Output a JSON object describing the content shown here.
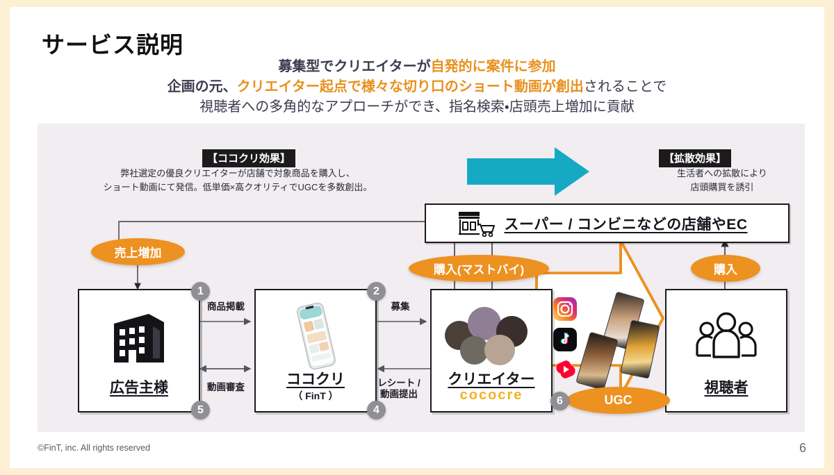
{
  "slide": {
    "title": "サービス説明",
    "page_number": "6",
    "footer": "©FinT, inc. All rights reserved"
  },
  "subtitle": {
    "line1_pre": "募集型でクリエイターが",
    "line1_hl": "自発的に案件に参加",
    "line2_pre": "企画の元、",
    "line2_hl": "クリエイター起点で様々な切り口のショート動画が創出",
    "line2_post": "されることで",
    "line3": "視聴者への多角的なアプローチができ、指名検索・店頭売上増加に貢献"
  },
  "annotations": {
    "kokokuri": {
      "tag": "【ココクリ効果】",
      "line1": "弊社選定の優良クリエイターが店舗で対象商品を購入し、",
      "line2": "ショート動画にて発信。低単価×高クオリティでUGCを多数創出。"
    },
    "kakusan": {
      "tag": "【拡散効果】",
      "line1": "生活者への拡散により",
      "line2": "店頭購買を誘引"
    }
  },
  "store_bar": {
    "label": "スーパー / コンビニなどの店舗やEC",
    "icon": "storefront-cart-icon"
  },
  "nodes": [
    {
      "id": "advertiser",
      "label": "広告主様",
      "sub": "",
      "icon": "office-building-icon"
    },
    {
      "id": "kokokuri",
      "label": "ココクリ",
      "sub": "（ FinT ）",
      "icon": "smartphone-app-icon"
    },
    {
      "id": "creator",
      "label": "クリエイター",
      "sub": "cococre",
      "icon": "creator-avatars-icon"
    },
    {
      "id": "viewer",
      "label": "視聴者",
      "sub": "",
      "icon": "people-group-icon"
    }
  ],
  "pills": [
    {
      "id": "uriage",
      "label": "売上増加"
    },
    {
      "id": "mustbuy",
      "label": "購入(マストバイ)"
    },
    {
      "id": "kounyu",
      "label": "購入"
    },
    {
      "id": "ugc",
      "label": "UGC"
    }
  ],
  "steps": [
    {
      "num": "1",
      "label": "商品掲載"
    },
    {
      "num": "2",
      "label": "募集"
    },
    {
      "num": "4",
      "label": "レシート /\n動画提出"
    },
    {
      "num": "5",
      "label": "動画審査"
    },
    {
      "num": "6",
      "label": ""
    }
  ],
  "flow_labels": {
    "keisai": "商品掲載",
    "shinsa": "動画審査",
    "boshu": "募集",
    "receipt_l1": "レシート /",
    "receipt_l2": "動画提出"
  },
  "social_icons": [
    "instagram-icon",
    "tiktok-icon",
    "youtube-shorts-icon"
  ],
  "colors": {
    "frame": "#fdefd2",
    "panel": "#f1edf1",
    "accent_orange": "#ed9121",
    "highlight_orange": "#e8901d",
    "teal_arrow": "#16a9c4",
    "badge_gray": "#8f8f94",
    "ink": "#1b1b1b",
    "cococre_yellow": "#f0b323"
  }
}
